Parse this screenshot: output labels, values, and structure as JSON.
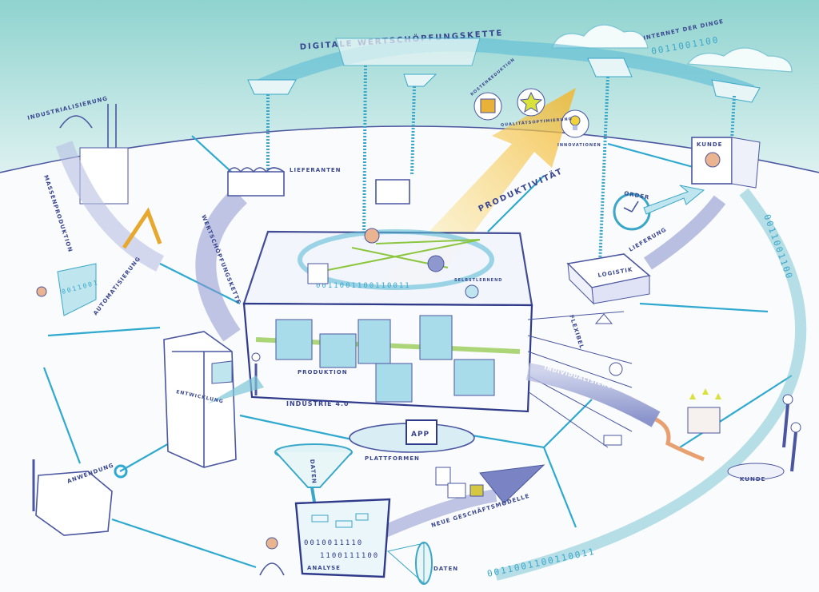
{
  "labels": {
    "digital_value_chain": "DIGITALE WERTSCHÖPFUNGSKETTE",
    "internet_of_things": "INTERNET DER DINGE",
    "industrialization": "INDUSTRIALISIERUNG",
    "mass_production": "MASSENPRODUKTION",
    "automation": "AUTOMATISIERUNG",
    "suppliers": "LIEFERANTEN",
    "value_chain": "WERTSCHÖPFUNGSKETTE",
    "cost_reduction": "KOSTENREDUKTION",
    "quality_optimization": "QUALITÄTSOPTIMIERUNG",
    "innovations": "INNOVATIONEN",
    "productivity": "PRODUKTIVITÄT",
    "customer_top": "KUNDE",
    "order": "ORDER",
    "delivery": "LIEFERUNG",
    "logistics": "LOGISTIK",
    "self_learning": "SELBSTLERNEND",
    "flexible": "FLEXIBEL",
    "production": "PRODUKTION",
    "industry40": "INDUSTRIE 4.0",
    "individualization": "INDIVIDUALISIERUNG",
    "customer_bottom": "KUNDE",
    "development": "ENTWICKLUNG",
    "application": "ANWENDUNG",
    "data_funnel": "DATEN",
    "platforms": "PLATTFORMEN",
    "app": "APP",
    "new_business_models": "NEUE GESCHÄFTSMODELLE",
    "analysis": "ANALYSE",
    "data_bottom": "DATEN"
  },
  "binary": {
    "iot": "0011001100",
    "right_arc": "0011001100",
    "loop": "0011001100110011",
    "automation_screen": "0011001",
    "analysis_1": "0010011110",
    "analysis_2": "1100111100",
    "bottom_arc": "0011001100110011"
  },
  "colors": {
    "sky": "#8fd3cf",
    "network": "#2fa9cf",
    "ink": "#4a56a0",
    "productivity_arrow": "#f2c230"
  }
}
